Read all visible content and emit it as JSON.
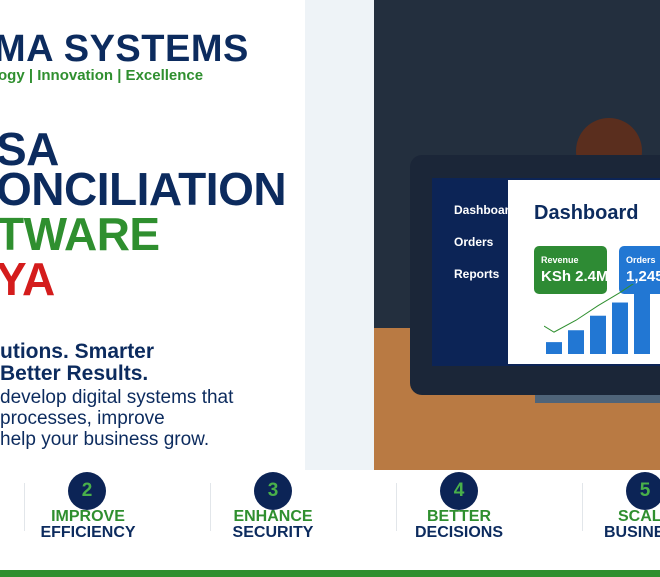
{
  "brand": {
    "name": "MA SYSTEMS",
    "tagline": "ogy | Innovation | Excellence"
  },
  "headline": {
    "line1": "SA",
    "line2": "ONCILIATION",
    "line3": "TWARE",
    "line4": "YA"
  },
  "subheadline": {
    "line1": "utions. Smarter",
    "line2": " Better Results."
  },
  "body": {
    "line1": " develop digital systems that",
    "line2": " processes, improve",
    "line3": "help your business grow."
  },
  "dashboard": {
    "nav": [
      "Dashboard",
      "Orders",
      "Reports"
    ],
    "title": "Dashboard",
    "cards": {
      "revenue": {
        "label": "Revenue",
        "value": "KSh 2.4M",
        "color": "#2e8b34"
      },
      "orders": {
        "label": "Orders",
        "value": "1,245",
        "color": "#2277d3"
      }
    },
    "chart_bars": [
      0.18,
      0.36,
      0.58,
      0.78,
      1.0
    ]
  },
  "features": [
    {
      "number": "2",
      "line1": "IMPROVE",
      "line2": "EFFICIENCY"
    },
    {
      "number": "3",
      "line1": "ENHANCE",
      "line2": "SECURITY"
    },
    {
      "number": "4",
      "line1": "BETTER",
      "line2": "DECISIONS"
    },
    {
      "number": "5",
      "line1": "SCAL",
      "line2": "BUSINE"
    }
  ],
  "colors": {
    "navy": "#0c2b5e",
    "green": "#2f8f2f",
    "red": "#d41c1c",
    "chart_blue": "#2277d3"
  }
}
